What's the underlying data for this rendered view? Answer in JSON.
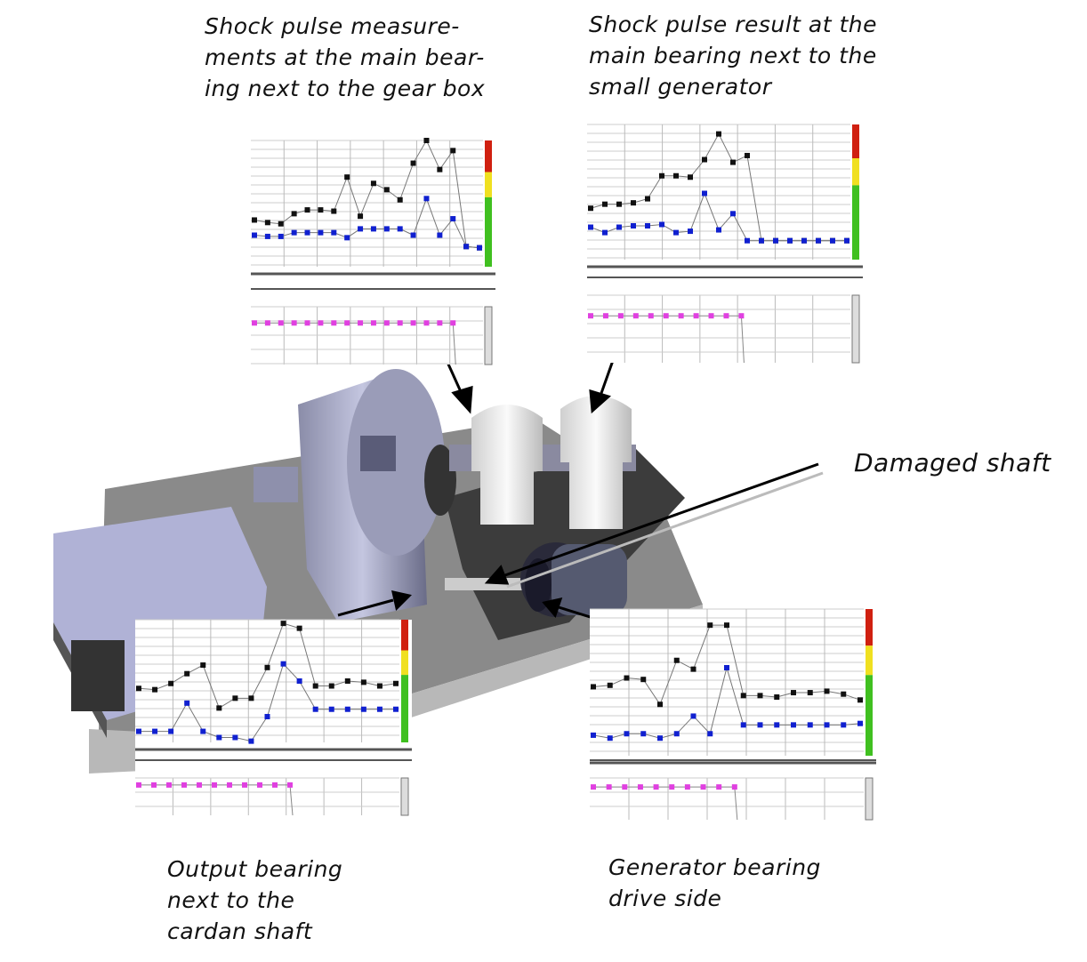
{
  "captions": {
    "gearbox_bearing": "Shock pulse measure-\nments at the main bear-\ning next to the gear box",
    "generator_side_bearing": "Shock pulse result at the\nmain bearing next to the\nsmall generator",
    "damaged_shaft": "Damaged shaft",
    "output_bearing": "Output bearing\nnext to the\ncardan shaft",
    "generator_drive_bearing": "Generator bearing\ndrive side"
  },
  "colors": {
    "black_series": "#111111",
    "blue_series": "#1020d0",
    "magenta_series": "#e040e0",
    "alarm_red": "#d02010",
    "alarm_yellow": "#f0e020",
    "alarm_green": "#40c020"
  },
  "chart_data": [
    {
      "type": "line",
      "name": "gearbox-bearing-chart",
      "ylim": [
        0,
        10
      ],
      "series": [
        {
          "name": "black",
          "values": [
            3.7,
            3.5,
            3.4,
            4.2,
            4.5,
            4.5,
            4.4,
            7.1,
            4.0,
            6.6,
            6.1,
            5.3,
            8.2,
            10,
            7.7,
            9.2,
            1.6,
            1.5
          ]
        },
        {
          "name": "blue",
          "values": [
            2.5,
            2.4,
            2.4,
            2.7,
            2.7,
            2.7,
            2.7,
            2.3,
            3.0,
            3.0,
            3.0,
            3.0,
            2.5,
            5.4,
            2.5,
            3.8,
            1.6,
            1.5
          ]
        }
      ],
      "lower_points": 16
    },
    {
      "type": "line",
      "name": "generator-side-bearing-chart",
      "ylim": [
        0,
        10
      ],
      "series": [
        {
          "name": "black",
          "values": [
            3.8,
            4.1,
            4.1,
            4.2,
            4.5,
            6.2,
            6.2,
            6.1,
            7.4,
            9.3,
            7.2,
            7.7,
            1.4,
            1.4,
            1.4,
            1.4,
            1.4,
            1.4,
            1.4
          ]
        },
        {
          "name": "blue",
          "values": [
            2.4,
            2.0,
            2.4,
            2.5,
            2.5,
            2.6,
            2.0,
            2.1,
            4.9,
            2.2,
            3.4,
            1.4,
            1.4,
            1.4,
            1.4,
            1.4,
            1.4,
            1.4,
            1.4
          ]
        }
      ],
      "lower_points": 11
    },
    {
      "type": "line",
      "name": "output-bearing-chart",
      "ylim": [
        0,
        10
      ],
      "series": [
        {
          "name": "black",
          "values": [
            4.4,
            4.3,
            4.8,
            5.6,
            6.3,
            2.8,
            3.6,
            3.6,
            6.1,
            9.7,
            9.3,
            4.6,
            4.6,
            5.0,
            4.9,
            4.6,
            4.8
          ]
        },
        {
          "name": "blue",
          "values": [
            0.9,
            0.9,
            0.9,
            3.2,
            0.9,
            0.4,
            0.4,
            0.1,
            2.1,
            6.4,
            5.0,
            2.7,
            2.7,
            2.7,
            2.7,
            2.7,
            2.7
          ]
        }
      ],
      "lower_points": 11
    },
    {
      "type": "line",
      "name": "generator-drive-bearing-chart",
      "ylim": [
        0,
        10
      ],
      "series": [
        {
          "name": "black",
          "values": [
            4.7,
            4.8,
            5.3,
            5.2,
            3.5,
            6.5,
            5.9,
            8.9,
            8.9,
            4.1,
            4.1,
            4.0,
            4.3,
            4.3,
            4.4,
            4.2,
            3.8
          ]
        },
        {
          "name": "blue",
          "values": [
            1.4,
            1.2,
            1.5,
            1.5,
            1.2,
            1.5,
            2.7,
            1.5,
            6.0,
            2.1,
            2.1,
            2.1,
            2.1,
            2.1,
            2.1,
            2.1,
            2.2
          ]
        }
      ],
      "lower_points": 10
    }
  ]
}
